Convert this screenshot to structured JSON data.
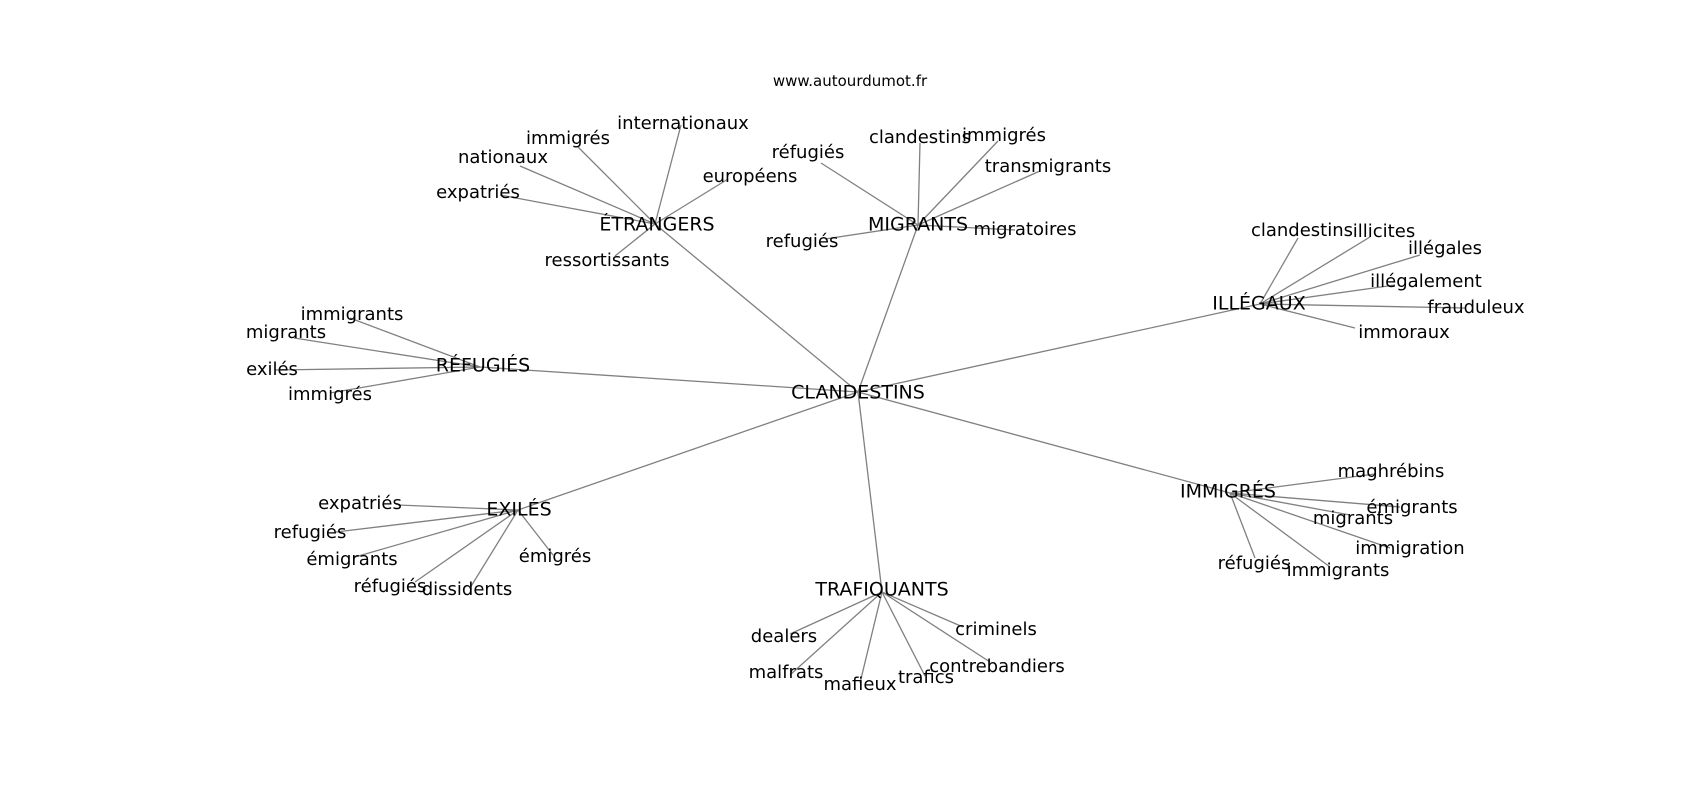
{
  "watermark": "www.autourdumot.fr",
  "root": "CLANDESTINS",
  "groups": [
    {
      "hub": "ÉTRANGERS",
      "leaves": [
        "internationaux",
        "immigrés",
        "nationaux",
        "européens",
        "expatriés",
        "ressortissants"
      ]
    },
    {
      "hub": "MIGRANTS",
      "leaves": [
        "réfugiés",
        "clandestins",
        "immigrés",
        "transmigrants",
        "migratoires",
        "refugiés"
      ]
    },
    {
      "hub": "ILLÉGAUX",
      "leaves": [
        "clandestins",
        "illicites",
        "illégales",
        "illégalement",
        "frauduleux",
        "immoraux"
      ]
    },
    {
      "hub": "RÉFUGIÉS",
      "leaves": [
        "immigrants",
        "migrants",
        "exilés",
        "immigrés"
      ]
    },
    {
      "hub": "IMMIGRÉS",
      "leaves": [
        "maghrébins",
        "émigrants",
        "migrants",
        "immigration",
        "réfugiés",
        "immigrants"
      ]
    },
    {
      "hub": "EXILÉS",
      "leaves": [
        "expatriés",
        "refugiés",
        "émigrants",
        "réfugiés",
        "dissidents",
        "émigrés"
      ]
    },
    {
      "hub": "TRAFIQUANTS",
      "leaves": [
        "dealers",
        "malfrats",
        "mafieux",
        "trafics",
        "criminels",
        "contrebandiers"
      ]
    }
  ]
}
